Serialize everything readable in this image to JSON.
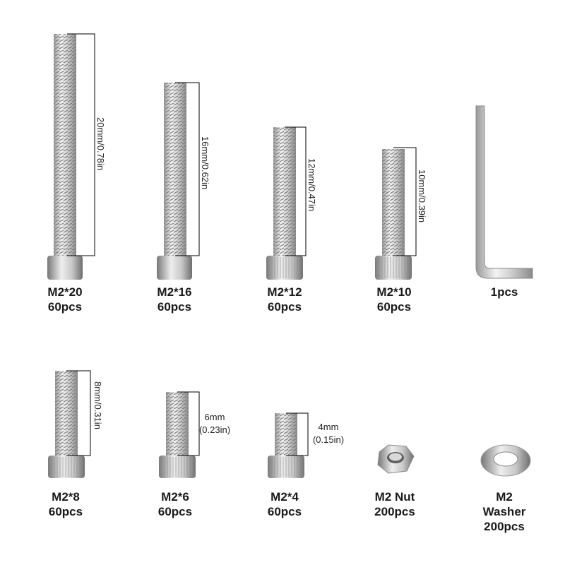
{
  "items": [
    {
      "name": "M2*20",
      "qty": "60pcs",
      "dimension": "20mm/0.78in"
    },
    {
      "name": "M2*16",
      "qty": "60pcs",
      "dimension": "16mm/0.62in"
    },
    {
      "name": "M2*12",
      "qty": "60pcs",
      "dimension": "12mm/0.47in"
    },
    {
      "name": "M2*10",
      "qty": "60pcs",
      "dimension": "10mm/0.39in"
    },
    {
      "name": "",
      "qty": "1pcs",
      "dimension": ""
    },
    {
      "name": "M2*8",
      "qty": "60pcs",
      "dimension": "8mm/0.31in"
    },
    {
      "name": "M2*6",
      "qty": "60pcs",
      "dimension_mm": "6mm",
      "dimension_in": "(0.23in)"
    },
    {
      "name": "M2*4",
      "qty": "60pcs",
      "dimension_mm": "4mm",
      "dimension_in": "(0.15in)"
    },
    {
      "name": "M2 Nut",
      "qty": "200pcs"
    },
    {
      "name": "M2",
      "name2": "Washer",
      "qty": "200pcs"
    }
  ],
  "colors": {
    "metal_light": "#e6e6e6",
    "metal_dark": "#8c8c8c",
    "line": "#000000",
    "text": "#1a1a1a"
  }
}
